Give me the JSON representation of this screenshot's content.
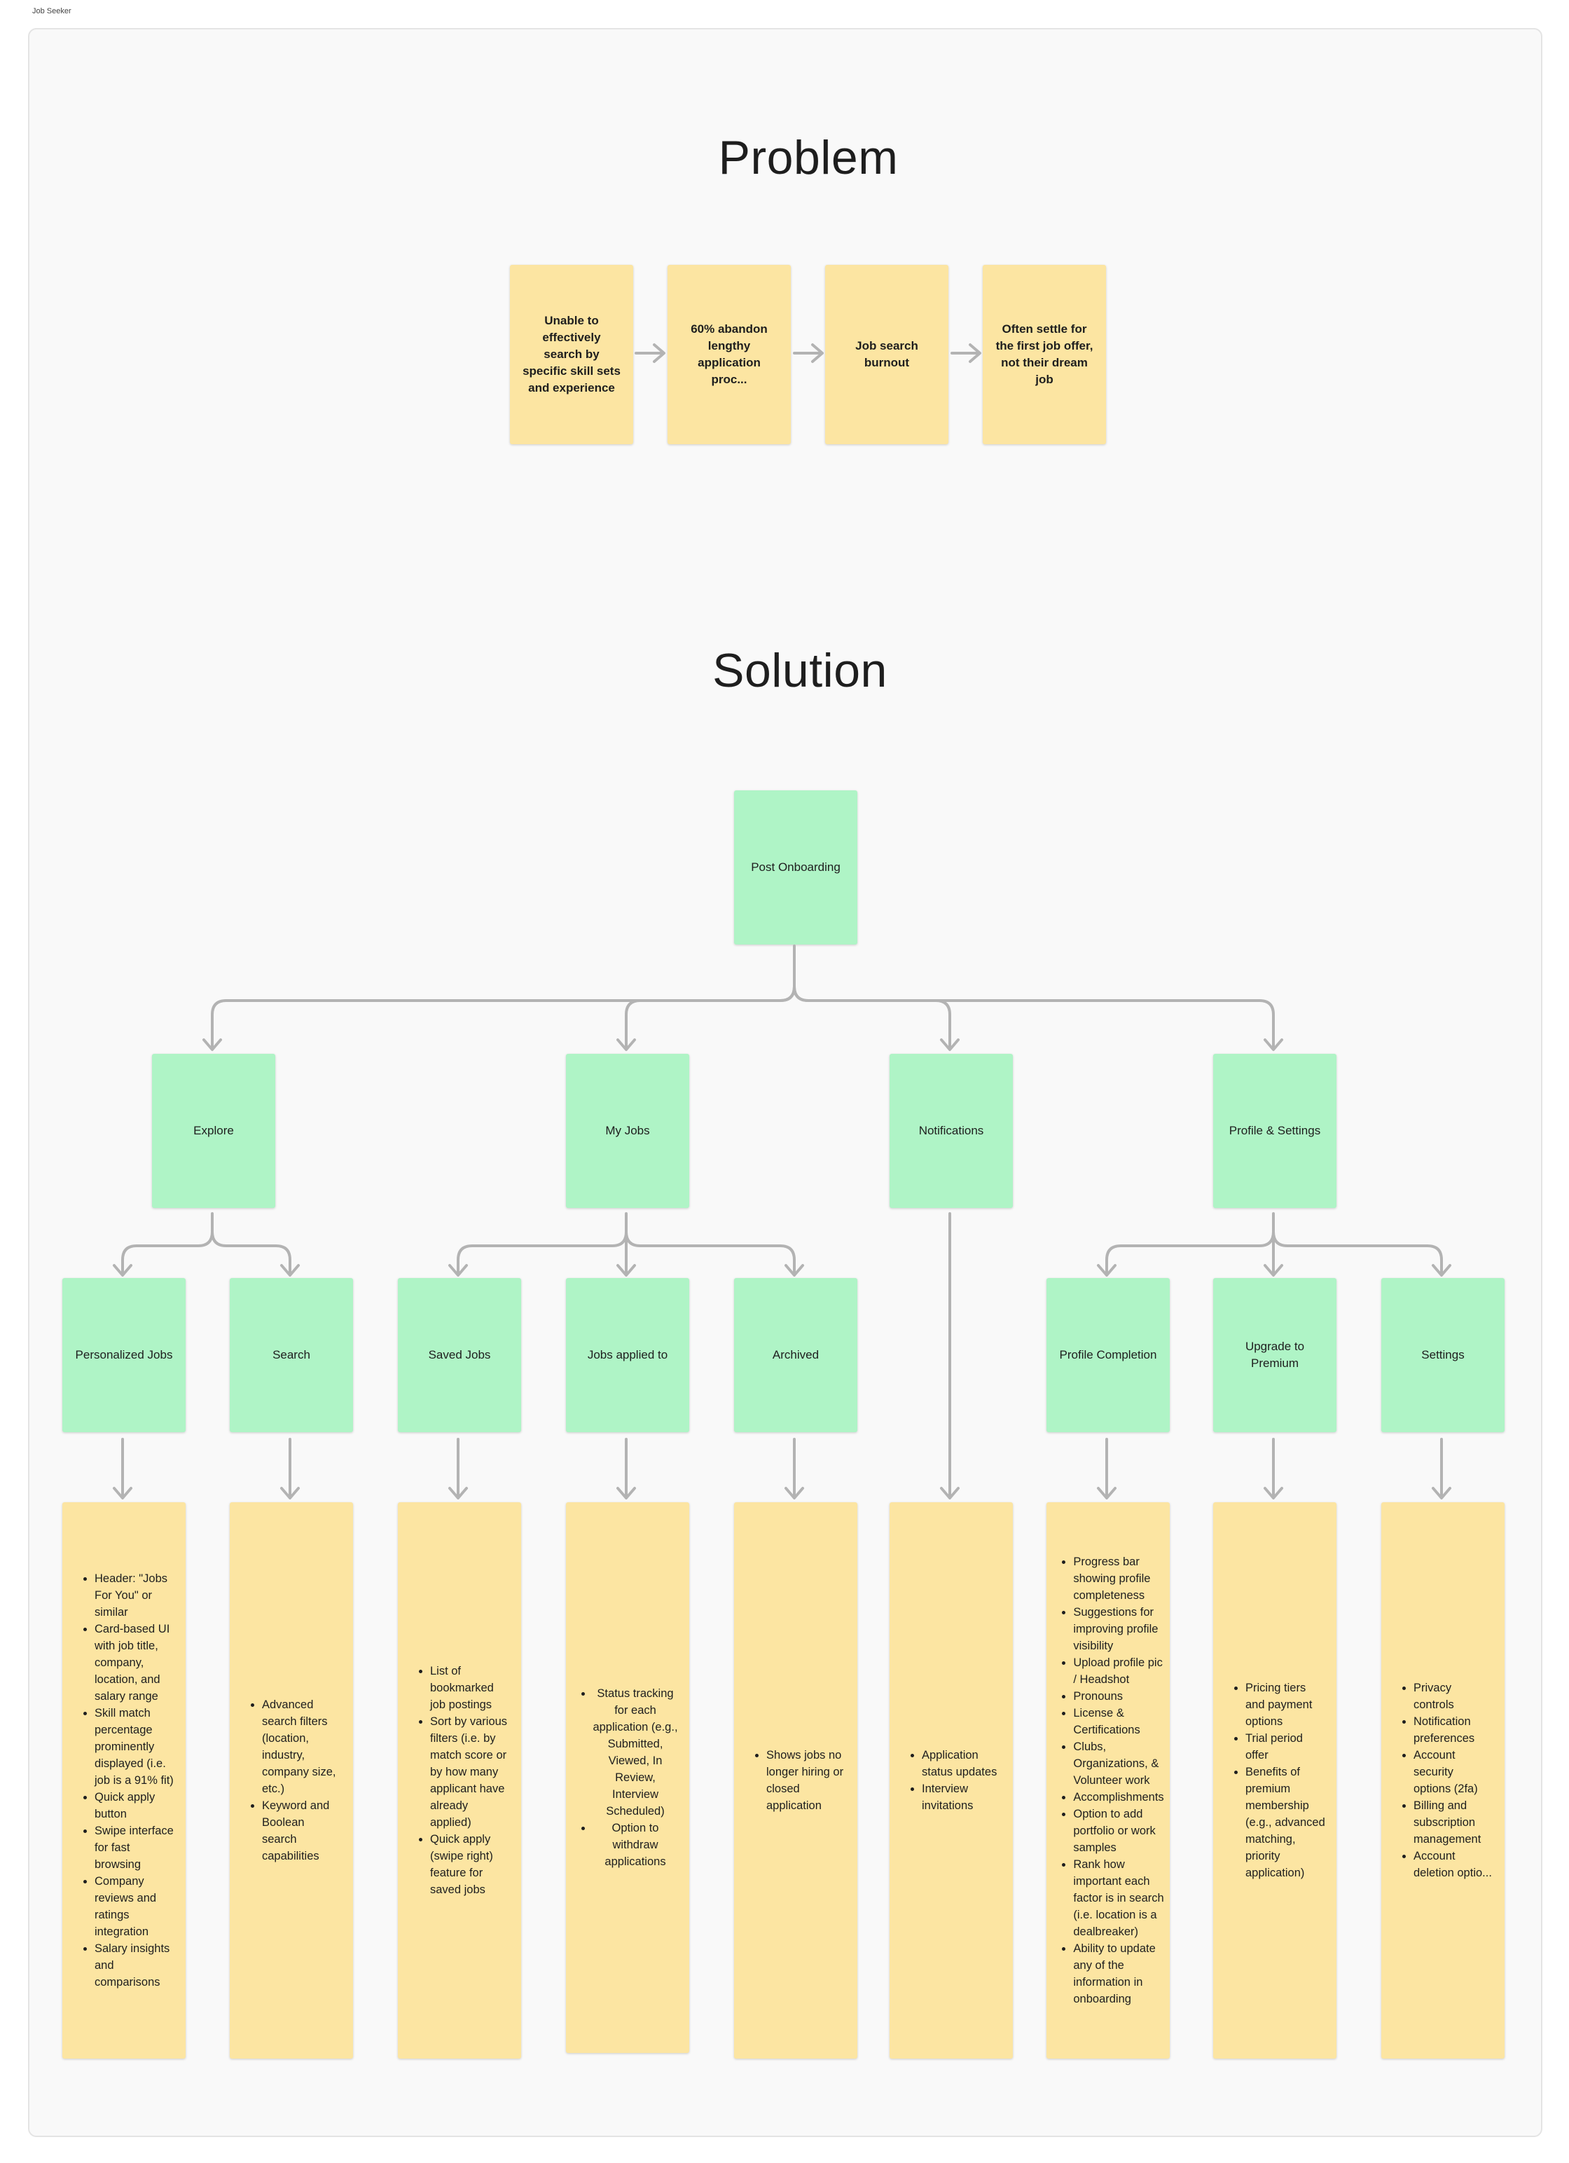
{
  "frame": {
    "label": "Job Seeker"
  },
  "problem": {
    "title": "Problem",
    "steps": [
      "Unable to effectively search by specific skill sets and experience",
      "60% abandon lengthy application proc...",
      "Job search burnout",
      "Often settle for the first job offer, not their dream job"
    ]
  },
  "solution": {
    "title": "Solution",
    "root": "Post Onboarding",
    "sections": [
      {
        "label": "Explore"
      },
      {
        "label": "My Jobs"
      },
      {
        "label": "Notifications"
      },
      {
        "label": "Profile & Settings"
      }
    ],
    "screens": [
      {
        "label": "Personalized Jobs"
      },
      {
        "label": "Search"
      },
      {
        "label": "Saved Jobs"
      },
      {
        "label": "Jobs applied to"
      },
      {
        "label": "Archived"
      },
      {
        "label": "Profile Completion"
      },
      {
        "label": "Upgrade to Premium"
      },
      {
        "label": "Settings"
      }
    ],
    "details": {
      "personalized": [
        "Header: \"Jobs For You\" or similar",
        "Card-based UI with job title, company, location, and salary range",
        "Skill match percentage prominently displayed (i.e. job is a 91% fit)",
        "Quick apply button",
        "Swipe interface for fast browsing",
        "Company reviews and ratings integration",
        "Salary insights and comparisons"
      ],
      "search": [
        "Advanced search filters (location, industry, company size, etc.)",
        "Keyword and Boolean search capabilities"
      ],
      "saved": [
        "List of bookmarked job postings",
        "Sort by various filters (i.e. by match score or by how many applicant have already applied)",
        "Quick apply (swipe right) feature for saved jobs"
      ],
      "applied": [
        "Status tracking for each application (e.g., Submitted, Viewed, In Review, Interview Scheduled)",
        "Option to withdraw applications"
      ],
      "archived": [
        "Shows jobs no longer hiring or closed application"
      ],
      "notifications": [
        "Application status updates",
        "Interview invitations"
      ],
      "profile": [
        "Progress bar showing profile completeness",
        "Suggestions for improving profile visibility",
        "Upload profile pic / Headshot",
        "Pronouns",
        "License & Certifications",
        "Clubs, Organizations, & Volunteer work",
        "Accomplishments",
        "Option to add portfolio or work samples",
        "Rank how important each factor is in search (i.e. location is a dealbreaker)",
        "Ability to update any of the information in onboarding"
      ],
      "premium": [
        "Pricing tiers and payment options",
        "Trial period offer",
        "Benefits of premium membership (e.g., advanced matching, priority application)"
      ],
      "settings": [
        "Privacy controls",
        "Notification preferences",
        "Account security options (2fa)",
        "Billing and subscription management",
        "Account deletion optio..."
      ]
    }
  },
  "colors": {
    "frame_bg": "#f9f9f9",
    "problem_note": "#fce5a2",
    "solution_node": "#aff4c6",
    "connector": "#b3b3b3"
  }
}
